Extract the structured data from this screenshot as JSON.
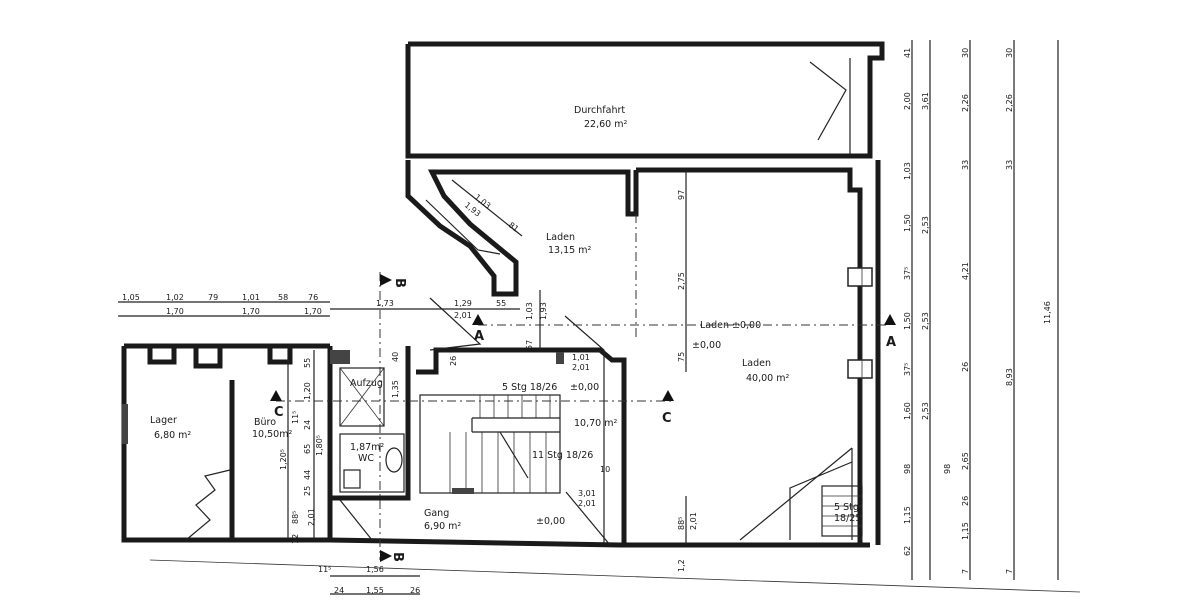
{
  "rooms": {
    "durchfahrt": {
      "name": "Durchfahrt",
      "area": "22,60 m²"
    },
    "laden_small": {
      "name": "Laden",
      "area": "13,15 m²"
    },
    "laden_large": {
      "name": "Laden",
      "area": "40,00 m²"
    },
    "lager": {
      "name": "Lager",
      "area": "6,80 m²"
    },
    "buero": {
      "name": "Büro",
      "area": "10,50m²"
    },
    "aufzug": {
      "name": "Aufzug"
    },
    "wc": {
      "name": "WC",
      "area": "1,87m²"
    },
    "gang": {
      "name": "Gang",
      "area": "6,90 m²"
    },
    "treppe": {
      "area": "10,70 m²"
    }
  },
  "levels": {
    "laden": "Laden ±0,00",
    "plus_a": "±0,00",
    "plus_b": "±0,00",
    "gang": "±0,00"
  },
  "stairs": {
    "upper": "5 Stg 18/26",
    "lower": "11 Stg 18/26",
    "right": [
      "5 Stg",
      "18/25"
    ]
  },
  "section_marks": {
    "a": "A",
    "b": "B",
    "c": "C"
  },
  "top_dims": {
    "row1": [
      "1,05",
      "1,02",
      "79",
      "1,01",
      "58",
      "76"
    ],
    "row2": [
      "1,70",
      "1,70",
      "1,70"
    ],
    "single": [
      "1,73",
      "1,29",
      "2,01",
      "55"
    ]
  },
  "inner_dims": [
    "1,03",
    "1,93",
    "81",
    "97",
    "2,75",
    "75",
    "1,03",
    "1,93",
    "57",
    "1,01",
    "2,01",
    "3,01",
    "2,01",
    "10",
    "88⁵",
    "2,01",
    "55",
    "40",
    "26",
    "1,35",
    "1,20",
    "11⁵",
    "24",
    "65",
    "1,20⁵",
    "44",
    "25",
    "1,80⁵",
    "88⁵",
    "2,01",
    "12"
  ],
  "right_col1": [
    "41",
    "2,00",
    "1,03",
    "1,50",
    "37⁵",
    "1,50",
    "37⁵",
    "1,60",
    "98",
    "1,15",
    "62",
    "1,2"
  ],
  "right_col2": [
    "3,61",
    "2,53",
    "2,53",
    "2,53"
  ],
  "right_col3": [
    "30",
    "2,26",
    "33",
    "4,21",
    "26",
    "2,65",
    "26",
    "1,15",
    "7"
  ],
  "right_col4": [
    "30",
    "2,26",
    "33",
    "8,93",
    "98",
    "7"
  ],
  "right_total": [
    "11,46"
  ],
  "bottom_dims": [
    "11⁵",
    "1,56",
    "24",
    "1,55",
    "26"
  ]
}
